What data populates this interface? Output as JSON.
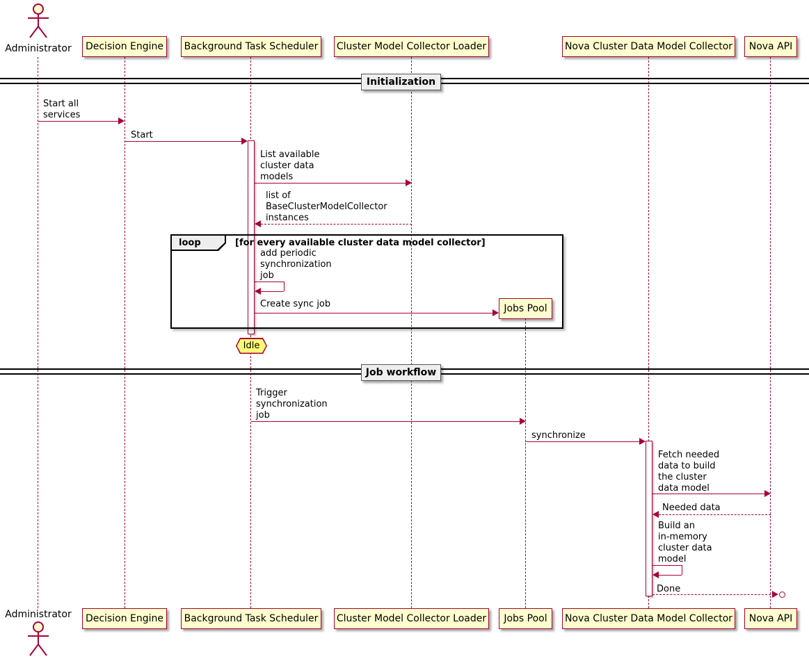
{
  "colors": {
    "accent": "#A80036",
    "participant_fill": "#FEFECE",
    "note_fill": "#FBFB77",
    "divider_fill": "#EEEEEE",
    "frame_border": "#000000"
  },
  "actor": {
    "name": "Administrator"
  },
  "participants": {
    "decision_engine": "Decision Engine",
    "background_task_scheduler": "Background Task Scheduler",
    "cluster_model_collector_loader": "Cluster Model Collector Loader",
    "jobs_pool": "Jobs Pool",
    "nova_cluster_data_model_collector": "Nova Cluster Data Model Collector",
    "nova_api": "Nova API"
  },
  "dividers": {
    "initialization": "Initialization",
    "job_workflow": "Job workflow"
  },
  "loop": {
    "keyword": "loop",
    "condition": "[for every available cluster data model collector]"
  },
  "note": {
    "idle": "Idle"
  },
  "messages": {
    "start_all_services": "Start all\nservices",
    "start": "Start",
    "list_available": "List available\ncluster data\nmodels",
    "list_of_instances": "list of\nBaseClusterModelCollector\ninstances",
    "add_periodic": "add periodic\nsynchronization\njob",
    "create_sync_job": "Create sync job",
    "trigger_sync": "Trigger\nsynchronization\njob",
    "synchronize": "synchronize",
    "fetch_needed": "Fetch needed\ndata to build\nthe cluster\ndata model",
    "needed_data": "Needed data",
    "build_model": "Build an\nin-memory\ncluster data\nmodel",
    "done": "Done"
  }
}
